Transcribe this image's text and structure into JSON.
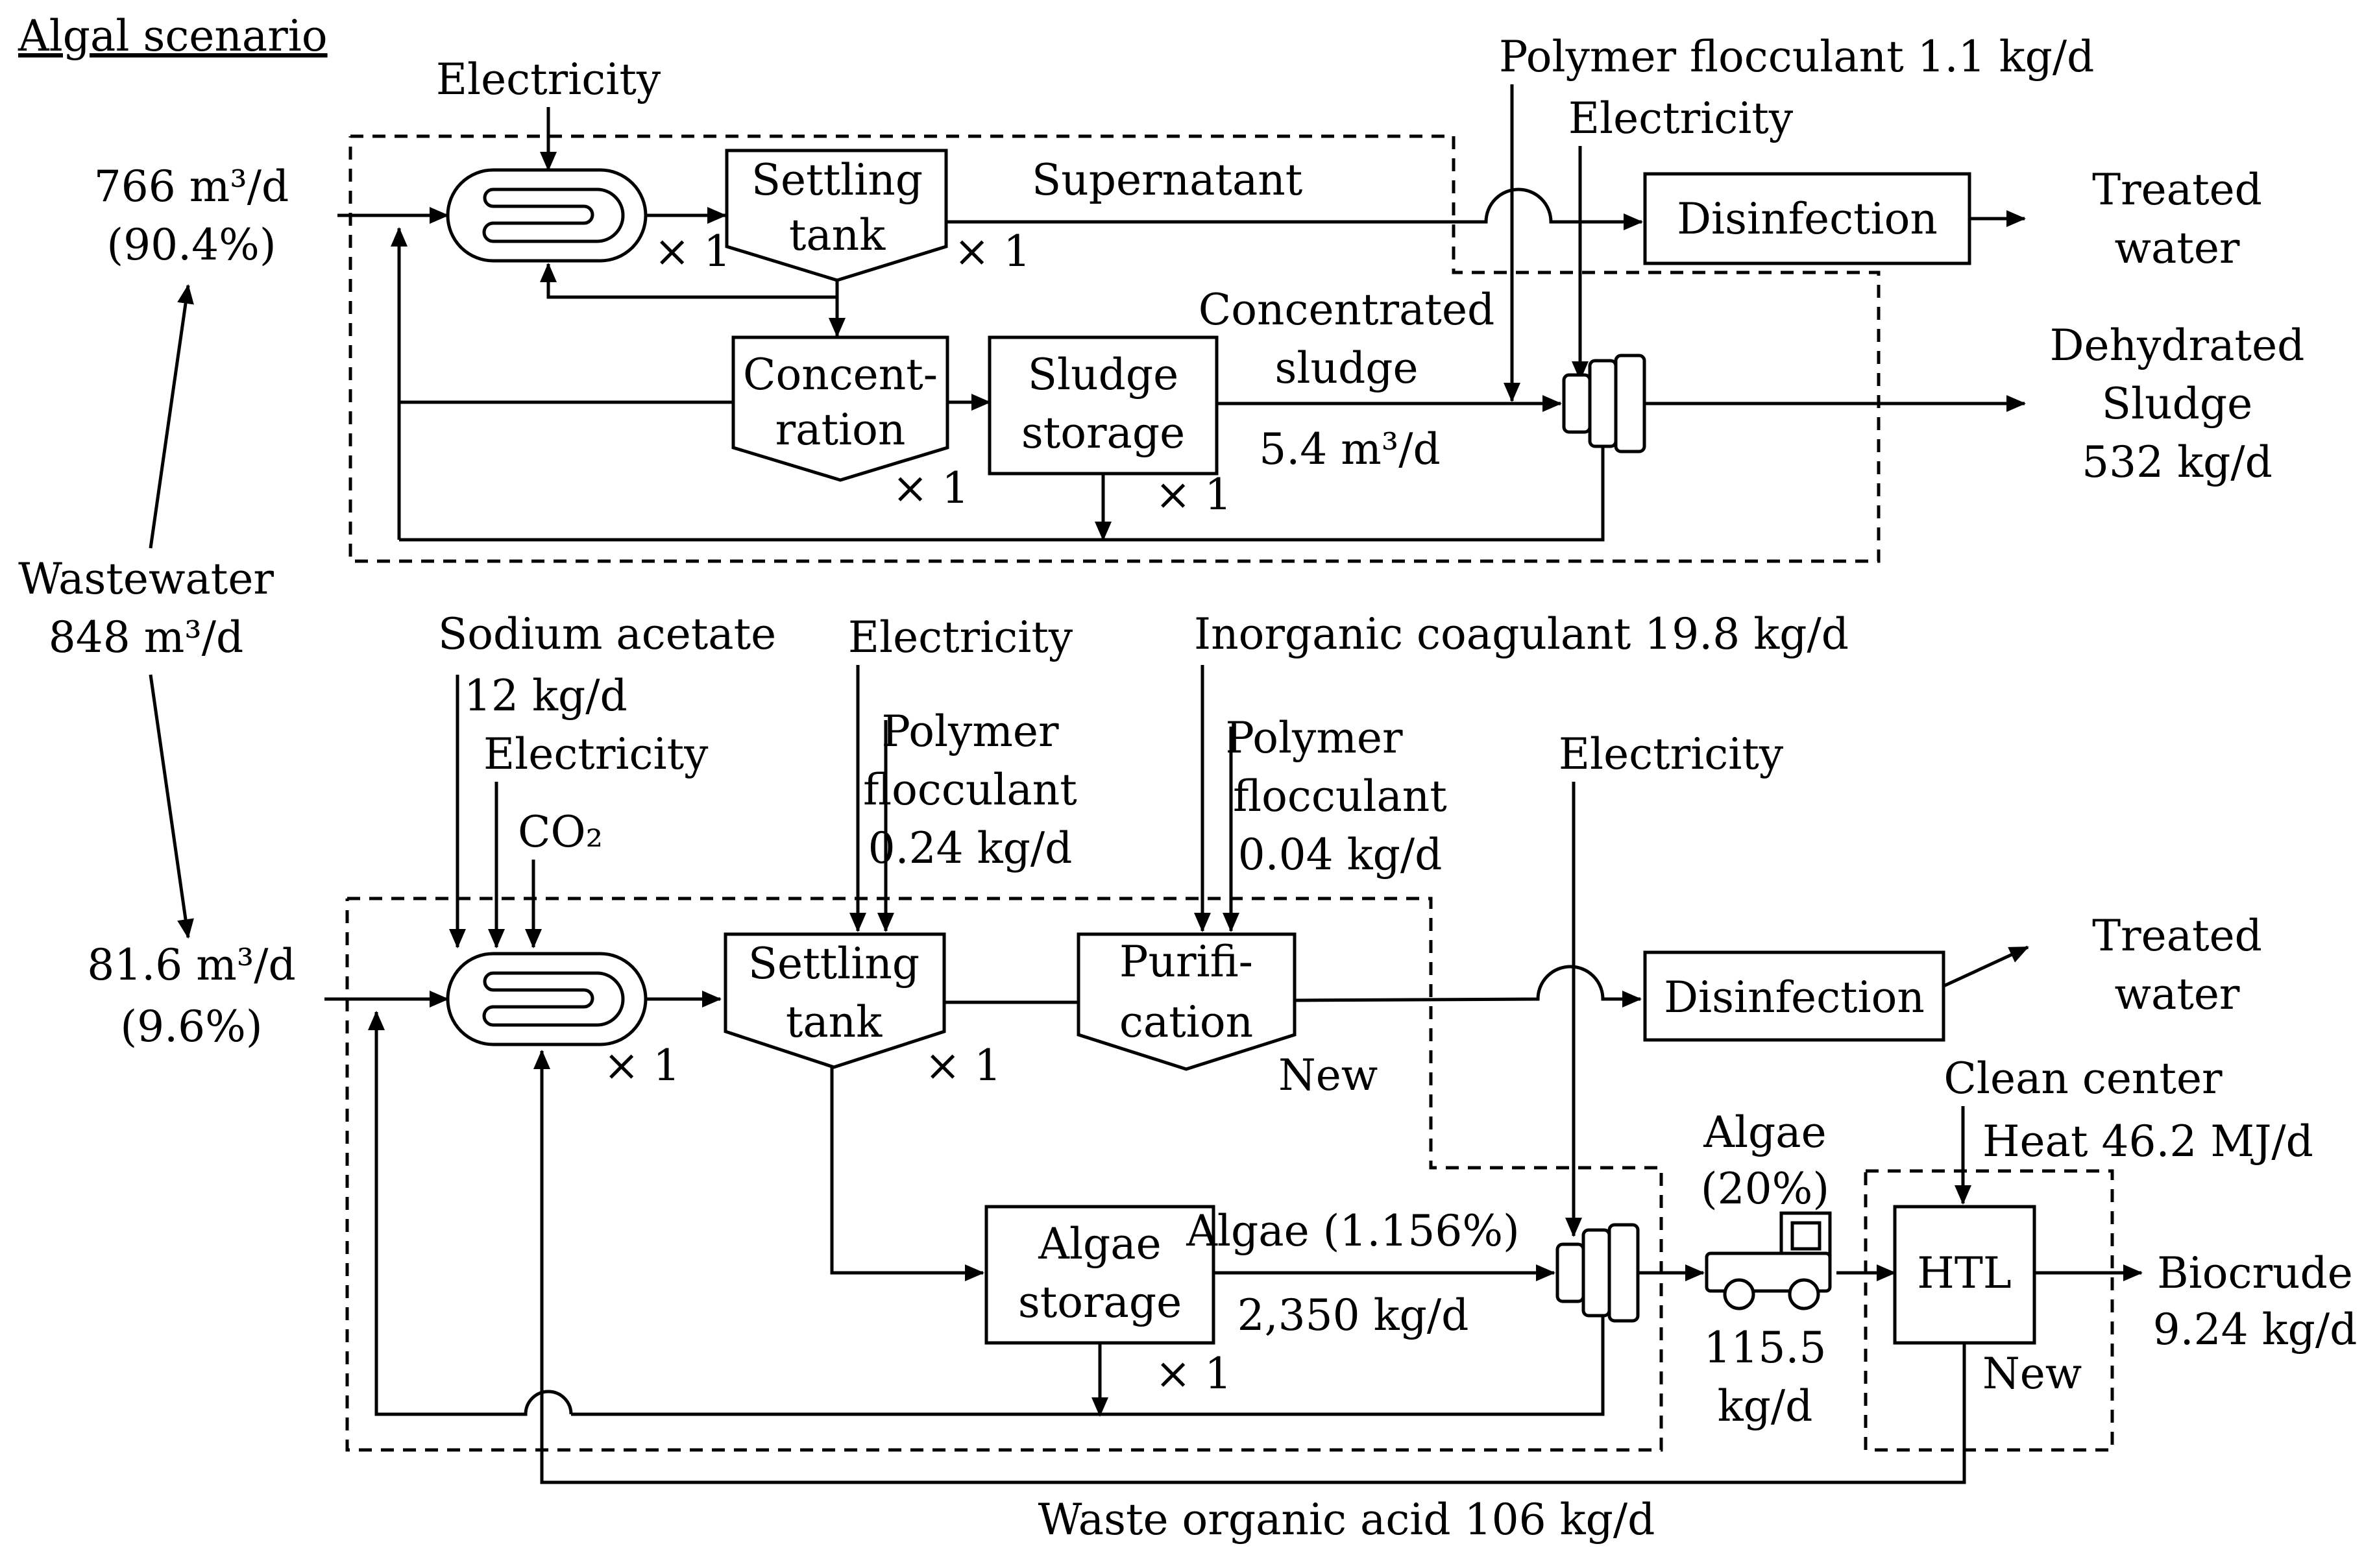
{
  "title": "Algal scenario",
  "wastewater": {
    "label": "Wastewater",
    "flow": "848 m³/d"
  },
  "top": {
    "inflow": {
      "flow": "766 m³/d",
      "share": "(90.4%)"
    },
    "electricity_reactor": "Electricity",
    "reactor_count": "× 1",
    "settling_tank": {
      "line1": "Settling",
      "line2": "tank",
      "count": "× 1"
    },
    "supernatant": "Supernatant",
    "polymer_flocculant": "Polymer flocculant 1.1 kg/d",
    "electricity_dewater": "Electricity",
    "disinfection": "Disinfection",
    "treated_water": {
      "line1": "Treated",
      "line2": "water"
    },
    "concentration": {
      "line1": "Concent-",
      "line2": "ration",
      "count": "× 1"
    },
    "sludge_storage": {
      "line1": "Sludge",
      "line2": "storage",
      "count": "× 1"
    },
    "concentrated_sludge": {
      "line1": "Concentrated",
      "line2": "sludge",
      "flow": "5.4 m³/d"
    },
    "dehydrated_sludge": {
      "line1": "Dehydrated",
      "line2": "Sludge",
      "line3": "532 kg/d"
    }
  },
  "bottom": {
    "inflow": {
      "flow": "81.6 m³/d",
      "share": "(9.6%)"
    },
    "sodium_acetate": {
      "line1": "Sodium acetate",
      "line2": "12 kg/d"
    },
    "electricity_reactor": "Electricity",
    "co2": "CO₂",
    "reactor_count": "× 1",
    "electricity_settling": "Electricity",
    "polymer_settling": {
      "line1": "Polymer",
      "line2": "flocculant",
      "line3": "0.24 kg/d"
    },
    "settling_tank": {
      "line1": "Settling",
      "line2": "tank",
      "count": "× 1"
    },
    "inorganic_coagulant": "Inorganic coagulant 19.8 kg/d",
    "polymer_purification": {
      "line1": "Polymer",
      "line2": "flocculant",
      "line3": "0.04 kg/d"
    },
    "purification": {
      "line1": "Purifi-",
      "line2": "cation",
      "tag": "New"
    },
    "electricity_dewater": "Electricity",
    "disinfection": "Disinfection",
    "treated_water": {
      "line1": "Treated",
      "line2": "water"
    },
    "algae_storage": {
      "line1": "Algae",
      "line2": "storage",
      "count": "× 1"
    },
    "algae_stream": {
      "line1": "Algae (1.156%)",
      "line2": "2,350 kg/d"
    },
    "algae_truck": {
      "line1": "Algae",
      "line2": "(20%)",
      "line3": "115.5",
      "line4": "kg/d"
    },
    "clean_center": "Clean center",
    "heat": "Heat 46.2 MJ/d",
    "htl": {
      "label": "HTL",
      "tag": "New"
    },
    "biocrude": {
      "line1": "Biocrude",
      "line2": "9.24 kg/d"
    },
    "waste_organic_acid": "Waste organic acid 106 kg/d"
  }
}
